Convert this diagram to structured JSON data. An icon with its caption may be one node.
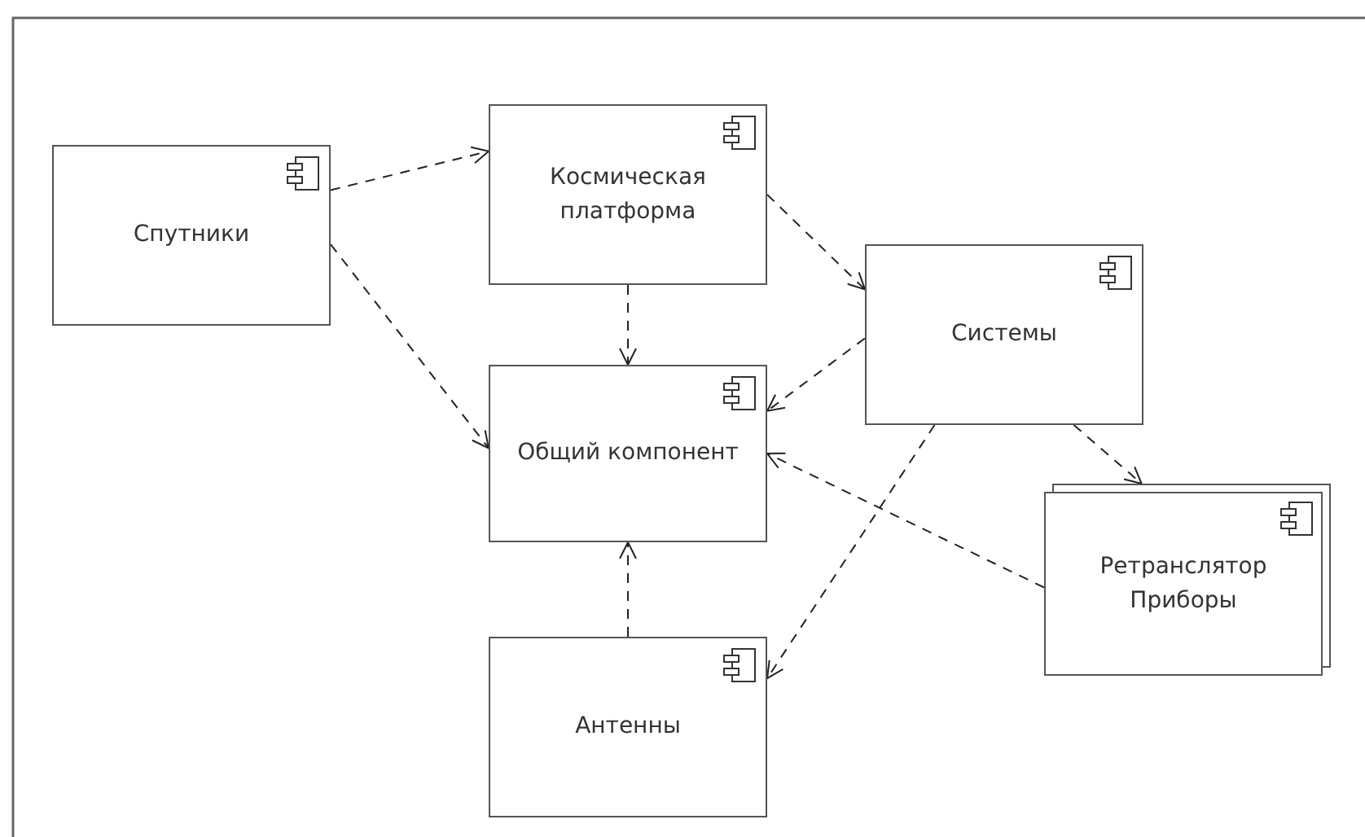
{
  "diagram": {
    "nodes": [
      {
        "text": [
          "Спутники"
        ]
      },
      {
        "text": [
          "Космическая платформа"
        ]
      },
      {
        "text": [
          "Общий компонент"
        ]
      },
      {
        "text": [
          "Системы"
        ]
      },
      {
        "text": [
          "Ретранслятор Приборы"
        ]
      },
      {
        "text": [
          "Антенны"
        ]
      }
    ],
    "edges": [
      {
        "from": 0,
        "to": 1,
        "arrow": "to",
        "style": "dashed"
      },
      {
        "from": 0,
        "to": 2,
        "arrow": "to",
        "style": "dashed"
      },
      {
        "from": 1,
        "to": 2,
        "arrow": "to",
        "style": "dashed"
      },
      {
        "from": 1,
        "to": 3,
        "arrow": "to",
        "style": "dashed"
      },
      {
        "from": 3,
        "to": 2,
        "arrow": "to",
        "style": "dashed"
      },
      {
        "from": 3,
        "to": 4,
        "arrow": "to",
        "style": "dashed"
      },
      {
        "from": 3,
        "to": 5,
        "arrow": "to",
        "style": "dashed"
      },
      {
        "from": 4,
        "to": 2,
        "arrow": "to",
        "style": "dashed"
      },
      {
        "from": 5,
        "to": 2,
        "arrow": "to",
        "style": "dashed"
      }
    ]
  }
}
